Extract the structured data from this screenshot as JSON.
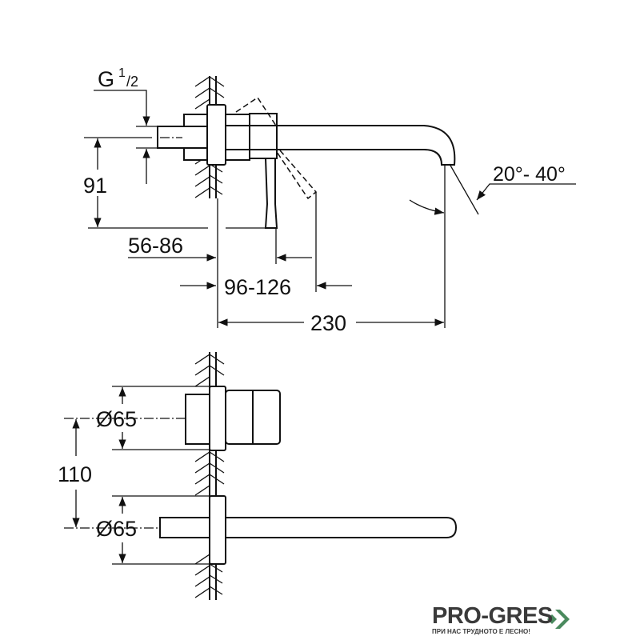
{
  "drawing": {
    "thread_label": "G",
    "thread_sup": "1",
    "thread_sub": "/2",
    "dim_height": "91",
    "dim_wall_min_max": "56-86",
    "dim_lever_range": "96-126",
    "dim_spout_length": "230",
    "dim_angle": "20°- 40°",
    "dim_diameter_top": "Ø65",
    "dim_spacing": "110",
    "dim_diameter_bottom": "Ø65"
  },
  "logo": {
    "name": "PRO-GRES",
    "tagline": "ПРИ НАС ТРУДНОТО Е ЛЕСНО!",
    "accent": "#4a8a5e"
  }
}
